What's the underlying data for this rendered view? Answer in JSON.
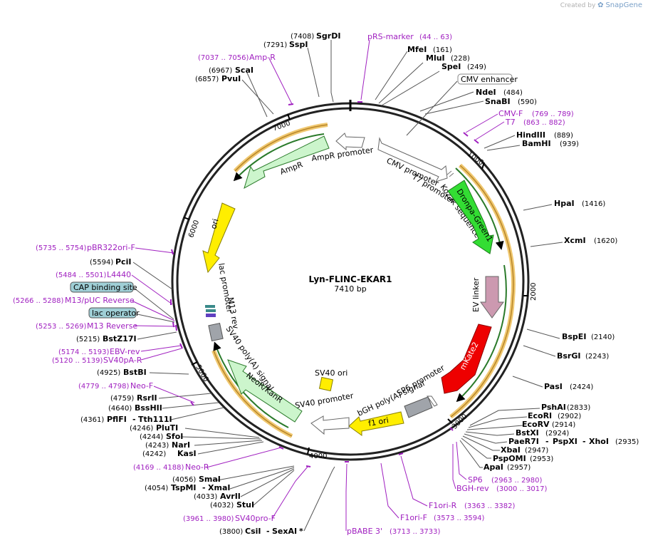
{
  "credit": {
    "created_by": "Created by",
    "brand": "SnapGene"
  },
  "plasmid": {
    "name": "Lyn-FLINC-EKAR1",
    "length": "7410 bp"
  },
  "ticks": [
    "1000",
    "2000",
    "3000",
    "4000",
    "5000",
    "6000",
    "7000"
  ],
  "features": {
    "cmv_promoter": "CMV promoter",
    "t7_promoter": "T7 promoter",
    "kozak": "Kozak sequence",
    "dronpa": "Dronpa-Green1",
    "ev_linker": "EV linker",
    "mkate2": "mKate2",
    "sp6_promoter": "SP6 promoter",
    "bgh": "bGH poly(A) signal",
    "f1_ori": "f1 ori",
    "sv40_promoter": "SV40 promoter",
    "neor": "NeoR/KanR",
    "sv40_polya": "SV40 poly(A) signal",
    "sv40_ori": "SV40 ori",
    "m13_rev": "M13 rev",
    "lac_promoter": "lac promoter",
    "ori": "ori",
    "ampr": "AmpR",
    "ampr_promoter": "AmpR promoter"
  },
  "sites_right": {
    "sgrdi": {
      "name": "SgrDI",
      "pos": "(7408)"
    },
    "sspi": {
      "name": "SspI",
      "pos": "(7291)"
    },
    "mfei": {
      "name": "MfeI",
      "pos": "(161)"
    },
    "mlui": {
      "name": "MluI",
      "pos": "(228)"
    },
    "spei": {
      "name": "SpeI",
      "pos": "(249)"
    },
    "ndei": {
      "name": "NdeI",
      "pos": "(484)"
    },
    "snabi": {
      "name": "SnaBI",
      "pos": "(590)"
    },
    "hindiii": {
      "name": "HindIII",
      "pos": "(889)"
    },
    "bamhi": {
      "name": "BamHI",
      "pos": "(939)"
    },
    "hpai": {
      "name": "HpaI",
      "pos": "(1416)"
    },
    "xcmi": {
      "name": "XcmI",
      "pos": "(1620)"
    },
    "bspei": {
      "name": "BspEI",
      "pos": "(2140)"
    },
    "bsrgi": {
      "name": "BsrGI",
      "pos": "(2243)"
    },
    "pasi": {
      "name": "PasI",
      "pos": "(2424)"
    },
    "pshai": {
      "name": "PshAI",
      "pos": "(2833)"
    },
    "ecori": {
      "name": "EcoRI",
      "pos": "(2902)"
    },
    "ecorv": {
      "name": "EcoRV",
      "pos": "(2914)"
    },
    "bstxi": {
      "name": "BstXI",
      "pos": "(2924)"
    },
    "paer7i": {
      "name": "PaeR7I",
      "sep": "-",
      "name2": "PspXI",
      "sep2": "-",
      "name3": "XhoI",
      "pos": "(2935)"
    },
    "xbai": {
      "name": "XbaI",
      "pos": "(2947)"
    },
    "pspomi": {
      "name": "PspOMI",
      "pos": "(2953)"
    },
    "apai": {
      "name": "ApaI",
      "pos": "(2957)"
    }
  },
  "sites_left": {
    "scai": {
      "name": "ScaI",
      "pos": "(6967)"
    },
    "pvui": {
      "name": "PvuI",
      "pos": "(6857)"
    },
    "pcii": {
      "name": "PciI",
      "pos": "(5594)"
    },
    "bstz17i": {
      "name": "BstZ17I",
      "pos": "(5215)"
    },
    "bstbi": {
      "name": "BstBI",
      "pos": "(4925)"
    },
    "rsrii": {
      "name": "RsrII",
      "pos": "(4759)"
    },
    "bsshii": {
      "name": "BssHII",
      "pos": "(4640)"
    },
    "pflfi": {
      "name": "PflFI",
      "sep": "-",
      "name2": "Tth111I",
      "pos": "(4361)"
    },
    "plutl": {
      "name": "PluTI",
      "pos": "(4246)"
    },
    "sfoi": {
      "name": "SfoI",
      "pos": "(4244)"
    },
    "nari": {
      "name": "NarI",
      "pos": "(4243)"
    },
    "kasi": {
      "name": "KasI",
      "pos": "(4242)"
    },
    "smai": {
      "name": "SmaI",
      "pos": "(4056)"
    },
    "tspmi": {
      "name": "TspMI",
      "sep": "-",
      "name2": "XmaI",
      "pos": "(4054)"
    },
    "avrii": {
      "name": "AvrII",
      "pos": "(4033)"
    },
    "stui": {
      "name": "StuI",
      "pos": "(4032)"
    },
    "csii": {
      "name": "CsiI",
      "sep": "-",
      "name2": "SexAI",
      "star": "*",
      "pos": "(3800)"
    }
  },
  "primers": {
    "prs_marker": {
      "name": "pRS-marker",
      "range": "(44 .. 63)"
    },
    "amp_r": {
      "name": "Amp-R",
      "range": "(7037 .. 7056)"
    },
    "cmv_f": {
      "name": "CMV-F",
      "range": "(769 .. 789)"
    },
    "t7": {
      "name": "T7",
      "range": "(863 .. 882)"
    },
    "pbr322ori_f": {
      "name": "pBR322ori-F",
      "range": "(5735 .. 5754)"
    },
    "l4440": {
      "name": "L4440",
      "range": "(5484 .. 5501)"
    },
    "m13_puc_rev": {
      "name": "M13/pUC Reverse",
      "range": "(5266 .. 5288)"
    },
    "m13_rev": {
      "name": "M13 Reverse",
      "range": "(5253 .. 5269)"
    },
    "ebv_rev": {
      "name": "EBV-rev",
      "range": "(5174 .. 5193)"
    },
    "sv40pa_r": {
      "name": "SV40pA-R",
      "range": "(5120 .. 5139)"
    },
    "neo_f": {
      "name": "Neo-F",
      "range": "(4779 .. 4798)"
    },
    "neo_r": {
      "name": "Neo-R",
      "range": "(4169 .. 4188)"
    },
    "sv40pro_f": {
      "name": "SV40pro-F",
      "range": "(3961 .. 3980)"
    },
    "pbabe3": {
      "name": "pBABE 3'",
      "range": "(3713 .. 3733)"
    },
    "f1ori_f": {
      "name": "F1ori-F",
      "range": "(3573 .. 3594)"
    },
    "f1ori_r": {
      "name": "F1ori-R",
      "range": "(3363 .. 3382)"
    },
    "sp6": {
      "name": "SP6",
      "range": "(2963 .. 2980)"
    },
    "bgh_rev": {
      "name": "BGH-rev",
      "range": "(3000 .. 3017)"
    }
  },
  "boxed": {
    "cmv_enhancer": "CMV enhancer",
    "cap_binding": "CAP binding site",
    "lac_operator": "lac operator"
  },
  "colors": {
    "primer": "#a020c0",
    "ampr": "#ccf5cc",
    "dronpa": "#33dd33",
    "ev_linker": "#cc99b0",
    "mkate2": "#ee0000",
    "f1_ori": "#ffee00",
    "ori": "#ffee00",
    "orf_band": "#d4a24a",
    "box_fill": "#9fcfd6"
  }
}
